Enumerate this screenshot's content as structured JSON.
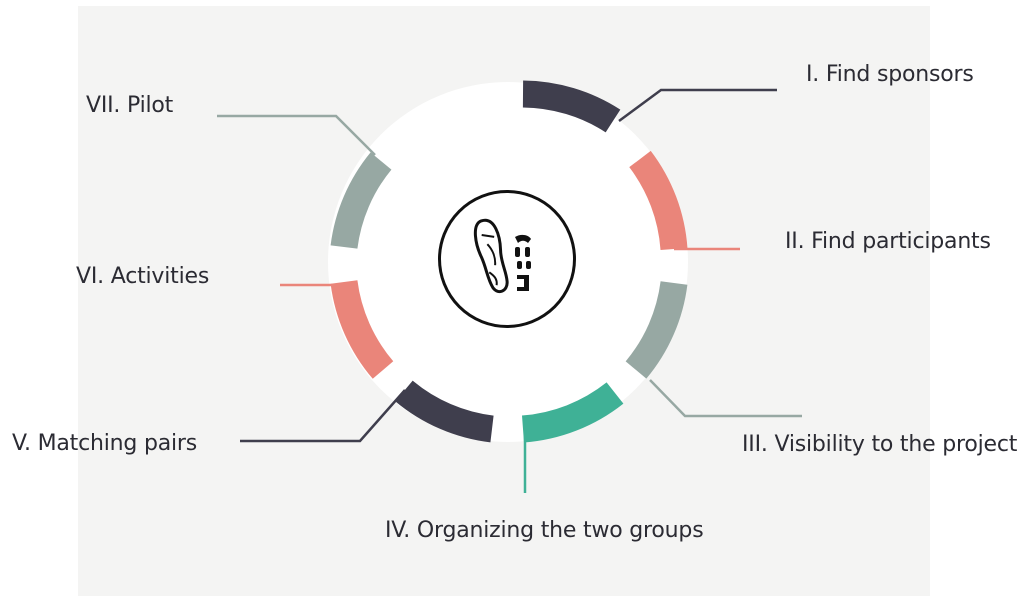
{
  "steps": [
    {
      "label": "I. Find sponsors",
      "color": "#3f3e4d"
    },
    {
      "label": "II. Find participants",
      "color": "#ea857a"
    },
    {
      "label": "III. Visibility to the project",
      "color": "#97a8a3"
    },
    {
      "label": "IV. Organizing the two groups",
      "color": "#3fb196"
    },
    {
      "label": "V. Matching pairs",
      "color": "#3f3e4d"
    },
    {
      "label": "VI. Activities",
      "color": "#ea857a"
    },
    {
      "label": "VII. Pilot",
      "color": "#97a8a3"
    }
  ],
  "logo": {
    "icon": "footprints-icon"
  }
}
